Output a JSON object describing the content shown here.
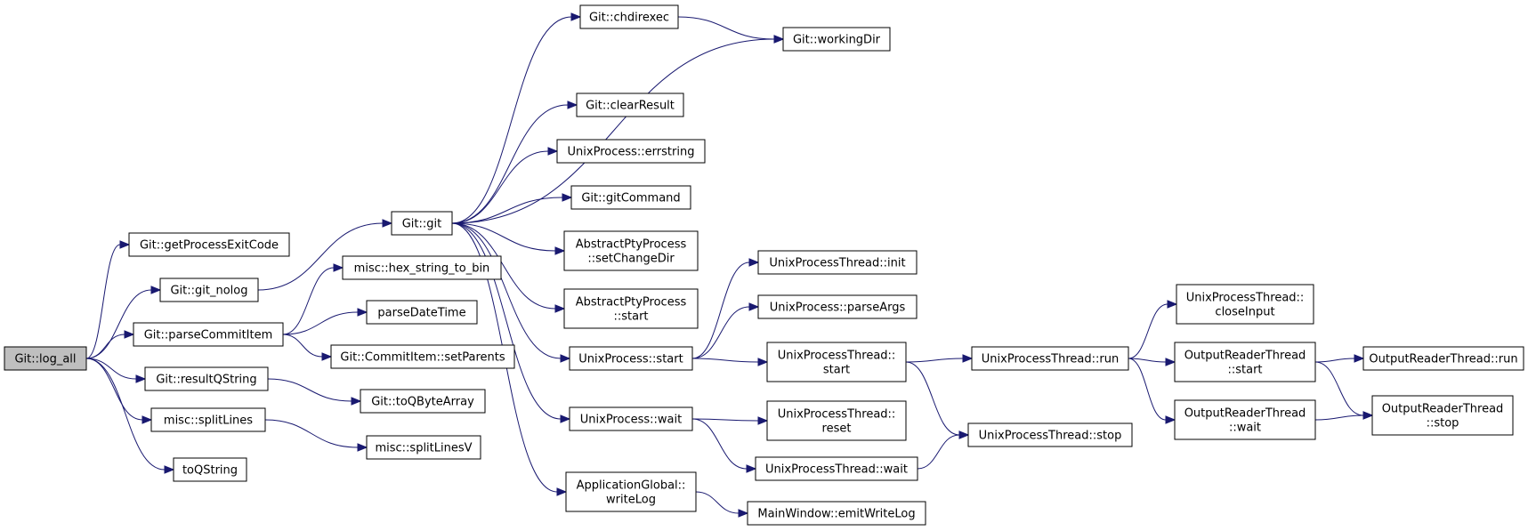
{
  "diagram": {
    "colors": {
      "edge": "#191970",
      "root_fill": "#bfbfbf",
      "node_fill": "#ffffff",
      "border": "#000000"
    },
    "nodes": [
      {
        "id": "log_all",
        "lines": [
          "Git::log_all"
        ],
        "root": true
      },
      {
        "id": "getProcessExitCode",
        "lines": [
          "Git::getProcessExitCode"
        ]
      },
      {
        "id": "git_nolog",
        "lines": [
          "Git::git_nolog"
        ]
      },
      {
        "id": "parseCommitItem",
        "lines": [
          "Git::parseCommitItem"
        ]
      },
      {
        "id": "resultQString",
        "lines": [
          "Git::resultQString"
        ]
      },
      {
        "id": "splitLines",
        "lines": [
          "misc::splitLines"
        ]
      },
      {
        "id": "toQString",
        "lines": [
          "toQString"
        ]
      },
      {
        "id": "git",
        "lines": [
          "Git::git"
        ]
      },
      {
        "id": "hex_string_to_bin",
        "lines": [
          "misc::hex_string_to_bin"
        ]
      },
      {
        "id": "parseDateTime",
        "lines": [
          "parseDateTime"
        ]
      },
      {
        "id": "setParents",
        "lines": [
          "Git::CommitItem::setParents"
        ]
      },
      {
        "id": "toQByteArray",
        "lines": [
          "Git::toQByteArray"
        ]
      },
      {
        "id": "splitLinesV",
        "lines": [
          "misc::splitLinesV"
        ]
      },
      {
        "id": "chdirexec",
        "lines": [
          "Git::chdirexec"
        ]
      },
      {
        "id": "workingDir",
        "lines": [
          "Git::workingDir"
        ]
      },
      {
        "id": "clearResult",
        "lines": [
          "Git::clearResult"
        ]
      },
      {
        "id": "errstring",
        "lines": [
          "UnixProcess::errstring"
        ]
      },
      {
        "id": "gitCommand",
        "lines": [
          "Git::gitCommand"
        ]
      },
      {
        "id": "setChangeDir",
        "lines": [
          "AbstractPtyProcess",
          "::setChangeDir"
        ]
      },
      {
        "id": "aptyStart",
        "lines": [
          "AbstractPtyProcess",
          "::start"
        ]
      },
      {
        "id": "upStart",
        "lines": [
          "UnixProcess::start"
        ]
      },
      {
        "id": "upWait",
        "lines": [
          "UnixProcess::wait"
        ]
      },
      {
        "id": "writeLog",
        "lines": [
          "ApplicationGlobal::",
          "writeLog"
        ]
      },
      {
        "id": "emitWriteLog",
        "lines": [
          "MainWindow::emitWriteLog"
        ]
      },
      {
        "id": "uptInit",
        "lines": [
          "UnixProcessThread::init"
        ]
      },
      {
        "id": "parseArgs",
        "lines": [
          "UnixProcess::parseArgs"
        ]
      },
      {
        "id": "uptStart",
        "lines": [
          "UnixProcessThread::",
          "start"
        ]
      },
      {
        "id": "uptReset",
        "lines": [
          "UnixProcessThread::",
          "reset"
        ]
      },
      {
        "id": "uptWait",
        "lines": [
          "UnixProcessThread::wait"
        ]
      },
      {
        "id": "uptRun",
        "lines": [
          "UnixProcessThread::run"
        ]
      },
      {
        "id": "uptStop",
        "lines": [
          "UnixProcessThread::stop"
        ]
      },
      {
        "id": "uptCloseInput",
        "lines": [
          "UnixProcessThread::",
          "closeInput"
        ]
      },
      {
        "id": "ortStart",
        "lines": [
          "OutputReaderThread",
          "::start"
        ]
      },
      {
        "id": "ortWait",
        "lines": [
          "OutputReaderThread",
          "::wait"
        ]
      },
      {
        "id": "ortRun",
        "lines": [
          "OutputReaderThread::run"
        ]
      },
      {
        "id": "ortStop",
        "lines": [
          "OutputReaderThread",
          "::stop"
        ]
      }
    ],
    "edges": [
      [
        "log_all",
        "getProcessExitCode"
      ],
      [
        "log_all",
        "git_nolog"
      ],
      [
        "log_all",
        "parseCommitItem"
      ],
      [
        "log_all",
        "resultQString"
      ],
      [
        "log_all",
        "splitLines"
      ],
      [
        "log_all",
        "toQString"
      ],
      [
        "git_nolog",
        "git"
      ],
      [
        "parseCommitItem",
        "hex_string_to_bin"
      ],
      [
        "parseCommitItem",
        "parseDateTime"
      ],
      [
        "parseCommitItem",
        "setParents"
      ],
      [
        "resultQString",
        "toQByteArray"
      ],
      [
        "splitLines",
        "splitLinesV"
      ],
      [
        "git",
        "chdirexec"
      ],
      [
        "git",
        "workingDir"
      ],
      [
        "git",
        "clearResult"
      ],
      [
        "git",
        "errstring"
      ],
      [
        "git",
        "gitCommand"
      ],
      [
        "git",
        "setChangeDir"
      ],
      [
        "git",
        "aptyStart"
      ],
      [
        "git",
        "upStart"
      ],
      [
        "git",
        "upWait"
      ],
      [
        "git",
        "writeLog"
      ],
      [
        "chdirexec",
        "workingDir"
      ],
      [
        "upStart",
        "uptInit"
      ],
      [
        "upStart",
        "parseArgs"
      ],
      [
        "upStart",
        "uptStart"
      ],
      [
        "upWait",
        "uptReset"
      ],
      [
        "upWait",
        "uptWait"
      ],
      [
        "writeLog",
        "emitWriteLog"
      ],
      [
        "uptStart",
        "uptRun"
      ],
      [
        "uptStart",
        "uptStop"
      ],
      [
        "uptWait",
        "uptStop"
      ],
      [
        "uptRun",
        "uptCloseInput"
      ],
      [
        "uptRun",
        "ortStart"
      ],
      [
        "uptRun",
        "ortWait"
      ],
      [
        "ortStart",
        "ortRun"
      ],
      [
        "ortStart",
        "ortStop"
      ],
      [
        "ortWait",
        "ortStop"
      ]
    ]
  }
}
